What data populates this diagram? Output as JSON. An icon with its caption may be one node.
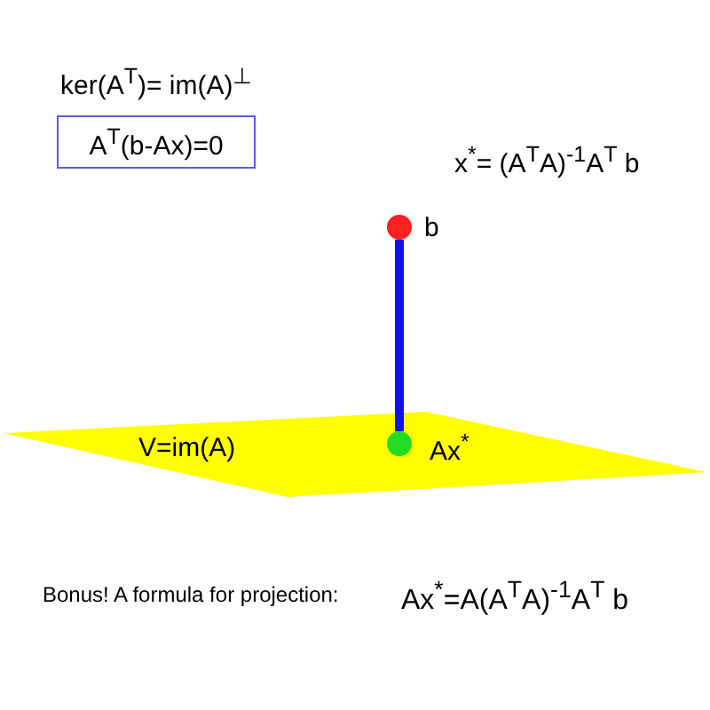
{
  "diagram": {
    "nodes": [
      {
        "text": [
          "V=im(A)"
        ]
      },
      {
        "text": [],
        "shape": "circle",
        "beside": [
          "b"
        ]
      },
      {
        "text": [],
        "shape": "circle",
        "beside": [
          "Ax$^{*}$"
        ],
        "in": 0
      },
      {
        "text": [
          "A$^{T}$(b-Ax)=0"
        ]
      }
    ],
    "edges": [
      {
        "from": 1,
        "to": 2,
        "arrow": "none"
      }
    ],
    "labels": [
      "ker(A$^{T}$)= im(A)$^{⊥}$",
      "x$^{*}$= (A$^{T}$A)$^{-1}$A$^{T}$ b",
      "Bonus! A formula for projection:",
      "Ax$^{*}$=A(A$^{T}$A)$^{-1}$A$^{T}$ b"
    ]
  }
}
